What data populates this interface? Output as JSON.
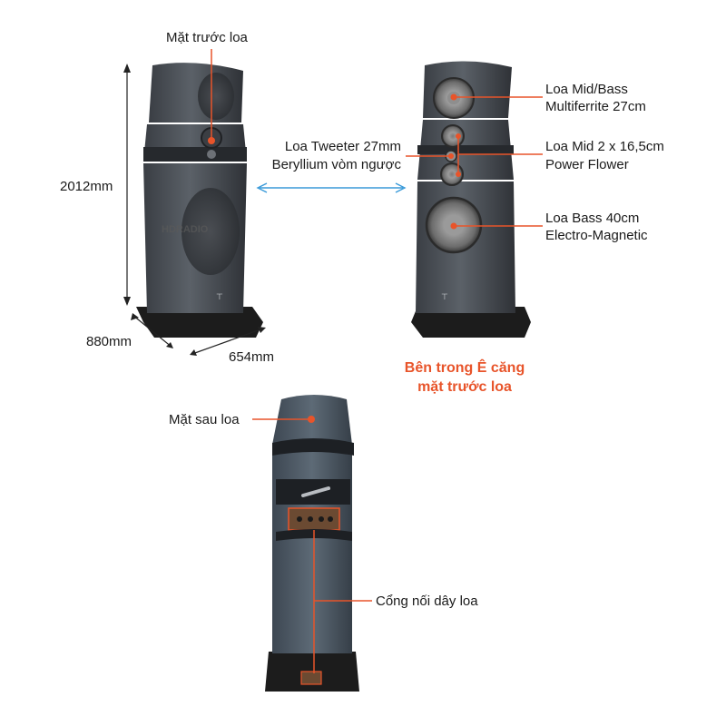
{
  "labels": {
    "front_face": "Mặt trước loa",
    "height": "2012mm",
    "depth": "880mm",
    "width": "654mm",
    "tweeter_line1": "Loa Tweeter 27mm",
    "tweeter_line2": "Beryllium vòm ngược",
    "midbass_line1": "Loa Mid/Bass",
    "midbass_line2": "Multiferrite 27cm",
    "mid_line1": "Loa Mid 2 x 16,5cm",
    "mid_line2": "Power Flower",
    "bass_line1": "Loa Bass 40cm",
    "bass_line2": "Electro-Magnetic",
    "inside_line1": "Bên trong Ê căng",
    "inside_line2": "mặt trước loa",
    "back_face": "Mặt sau loa",
    "terminal": "Cổng nối dây loa",
    "watermark": "HDRADIO"
  },
  "colors": {
    "accent_orange": "#e8542a",
    "arrow_blue": "#3a9ad9",
    "speaker_body": "#4a4f56",
    "speaker_dark": "#2a2d31",
    "base_black": "#1c1c1c"
  }
}
